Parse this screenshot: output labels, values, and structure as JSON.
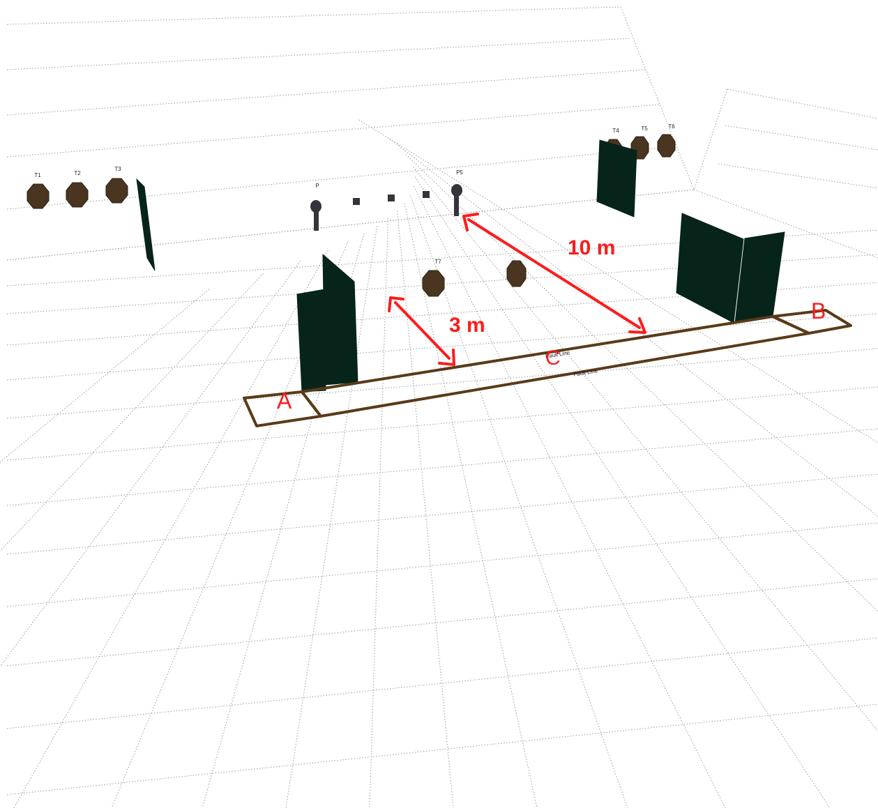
{
  "colors": {
    "background": "#ffffff",
    "grid": "#9a9a9a",
    "target": "#4a3520",
    "target_edge": "#2e2010",
    "wall": "#07241a",
    "popper": "#34343c",
    "fault_line": "#5a3a18",
    "annotation": "#ff1a1a",
    "label": "#222222"
  },
  "targets": {
    "left_group": [
      "T1",
      "T2",
      "T3"
    ],
    "right_group": [
      "T4",
      "T5",
      "T6"
    ],
    "center": [
      "T7"
    ],
    "steel_left": "P",
    "steel_right": "P5"
  },
  "shooting_area": {
    "box_a": "A",
    "box_b": "B",
    "fault_line_label": "C",
    "fault_text_back": "Fault Line",
    "fault_text_front": "Fault Line"
  },
  "dimensions": {
    "short_distance": "3 m",
    "long_distance": "10 m"
  }
}
